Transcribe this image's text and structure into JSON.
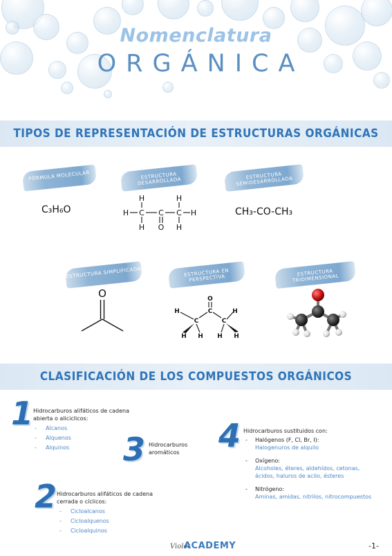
{
  "header": {
    "title_top": "Nomenclatura",
    "title_main": "ORGÁNICA"
  },
  "section1": {
    "title": "TIPOS DE REPRESENTACIÓN DE ESTRUCTURAS ORGÁNICAS",
    "labels": [
      "FÓRMULA MOLECULAR",
      "ESTRUCTURA DESARROLLADA",
      "ESTRUCTURA SEMIDESARROLLADA",
      "ESTRUCTURA SIMPLIFICADA",
      "ESTRUCTURA EN PERSPECTIVA",
      "ESTRUCTURA TRIDIMENSIONAL"
    ],
    "molecular_formula": "C₃H₆O",
    "semi_formula": "CH₃-CO-CH₃"
  },
  "section2": {
    "title": "CLASIFICACIÓN DE LOS COMPUESTOS ORGÁNICOS",
    "n1": "1",
    "n2": "2",
    "n3": "3",
    "n4": "4",
    "c1_title": "Hidrocarburos alifáticos de cadena abierta o aliciclicos:",
    "c1_items": [
      "Alcanos",
      "Alquenos",
      "Alquinos"
    ],
    "c2_title": "Hidrocarburos alifáticos de cadena cerrada o cíclicos:",
    "c2_items": [
      "Cicloalcanos",
      "Cicloalquenos",
      "Cicloalquinos"
    ],
    "c3_title": "Hidrocarburos aromáticos",
    "c4_title": "Hidrocarburos sustituidos con:",
    "c4_groups": [
      {
        "label": "Halógenos (F, Cl, Br, I):",
        "value": "Halogenuros de alquilo"
      },
      {
        "label": "Oxígeno:",
        "value": "Alcoholes, éteres, aldehídos, cetonas, ácidos, haluros de acilo, ésteres"
      },
      {
        "label": "Nitrógeno:",
        "value": "Aminas, amidas, nitrilos, nitrocompuestos"
      }
    ]
  },
  "footer": {
    "brand_script": "Violet",
    "brand": "ACADEMY",
    "page": "-1-"
  }
}
